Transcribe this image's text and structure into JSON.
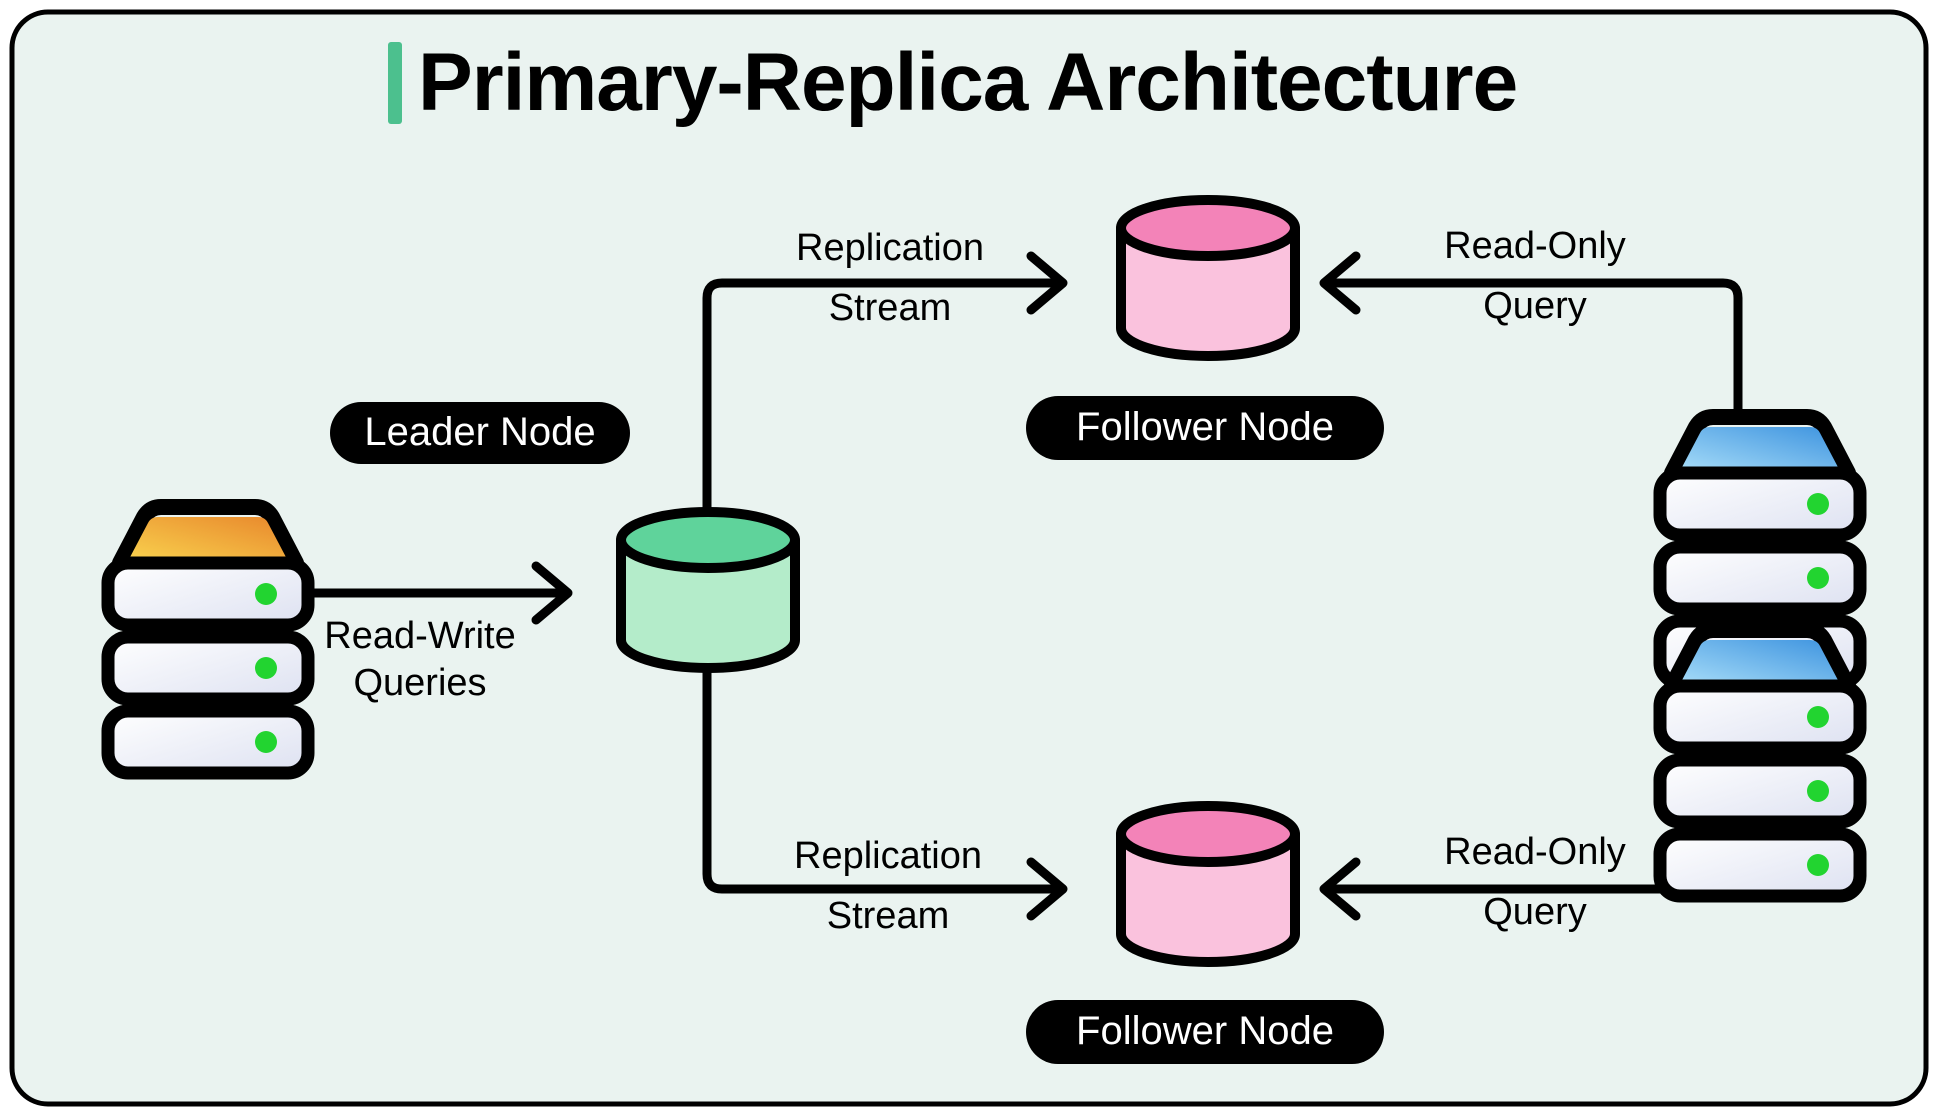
{
  "page": {
    "title": "Primary-Replica Architecture",
    "background_color": "#eaf3f0",
    "page_background": "#ffffff",
    "border_color": "#000000",
    "accent_bar_color": "#4cc08e"
  },
  "colors": {
    "leader_db_body": "#b4ecca",
    "leader_db_top": "#5fd39b",
    "follower_db_body": "#fac2dd",
    "follower_db_top": "#f383b8",
    "client_server_top_start": "#f8cf4b",
    "client_server_top_end": "#e98a32",
    "reader_server_top_start": "#9fd8f7",
    "reader_server_top_end": "#3f96e0",
    "server_slab_start": "#ffffff",
    "server_slab_end": "#dfe3f2",
    "status_led": "#22d430",
    "stroke": "#000000",
    "pill_background": "#000000",
    "pill_text": "#ffffff"
  },
  "nodes": {
    "client_server": {
      "icon": "server-stack-icon",
      "accent": "orange",
      "status_leds": 3
    },
    "leader_db": {
      "icon": "database-cylinder-icon",
      "label": "Leader Node",
      "accent": "green"
    },
    "follower_db_top": {
      "icon": "database-cylinder-icon",
      "label": "Follower Node",
      "accent": "pink"
    },
    "follower_db_bottom": {
      "icon": "database-cylinder-icon",
      "label": "Follower Node",
      "accent": "pink"
    },
    "reader_server_top": {
      "icon": "server-stack-icon",
      "accent": "blue",
      "status_leds": 3
    },
    "reader_server_bottom": {
      "icon": "server-stack-icon",
      "accent": "blue",
      "status_leds": 3
    }
  },
  "edges": [
    {
      "id": "client-to-leader",
      "label_line1": "Read-Write",
      "label_line2": "Queries",
      "direction": "right"
    },
    {
      "id": "leader-to-follower-top",
      "label_line1": "Replication",
      "label_line2": "Stream",
      "direction": "right"
    },
    {
      "id": "leader-to-follower-bottom",
      "label_line1": "Replication",
      "label_line2": "Stream",
      "direction": "right"
    },
    {
      "id": "reader-top-to-follower-top",
      "label_line1": "Read-Only",
      "label_line2": "Query",
      "direction": "left"
    },
    {
      "id": "reader-bottom-to-follower-bottom",
      "label_line1": "Read-Only",
      "label_line2": "Query",
      "direction": "left"
    }
  ],
  "labels": {
    "leader_node": "Leader Node",
    "follower_node_top": "Follower Node",
    "follower_node_bottom": "Follower Node",
    "read_write_l1": "Read-Write",
    "read_write_l2": "Queries",
    "replication_top_l1": "Replication",
    "replication_top_l2": "Stream",
    "replication_bottom_l1": "Replication",
    "replication_bottom_l2": "Stream",
    "read_only_top_l1": "Read-Only",
    "read_only_top_l2": "Query",
    "read_only_bottom_l1": "Read-Only",
    "read_only_bottom_l2": "Query"
  }
}
